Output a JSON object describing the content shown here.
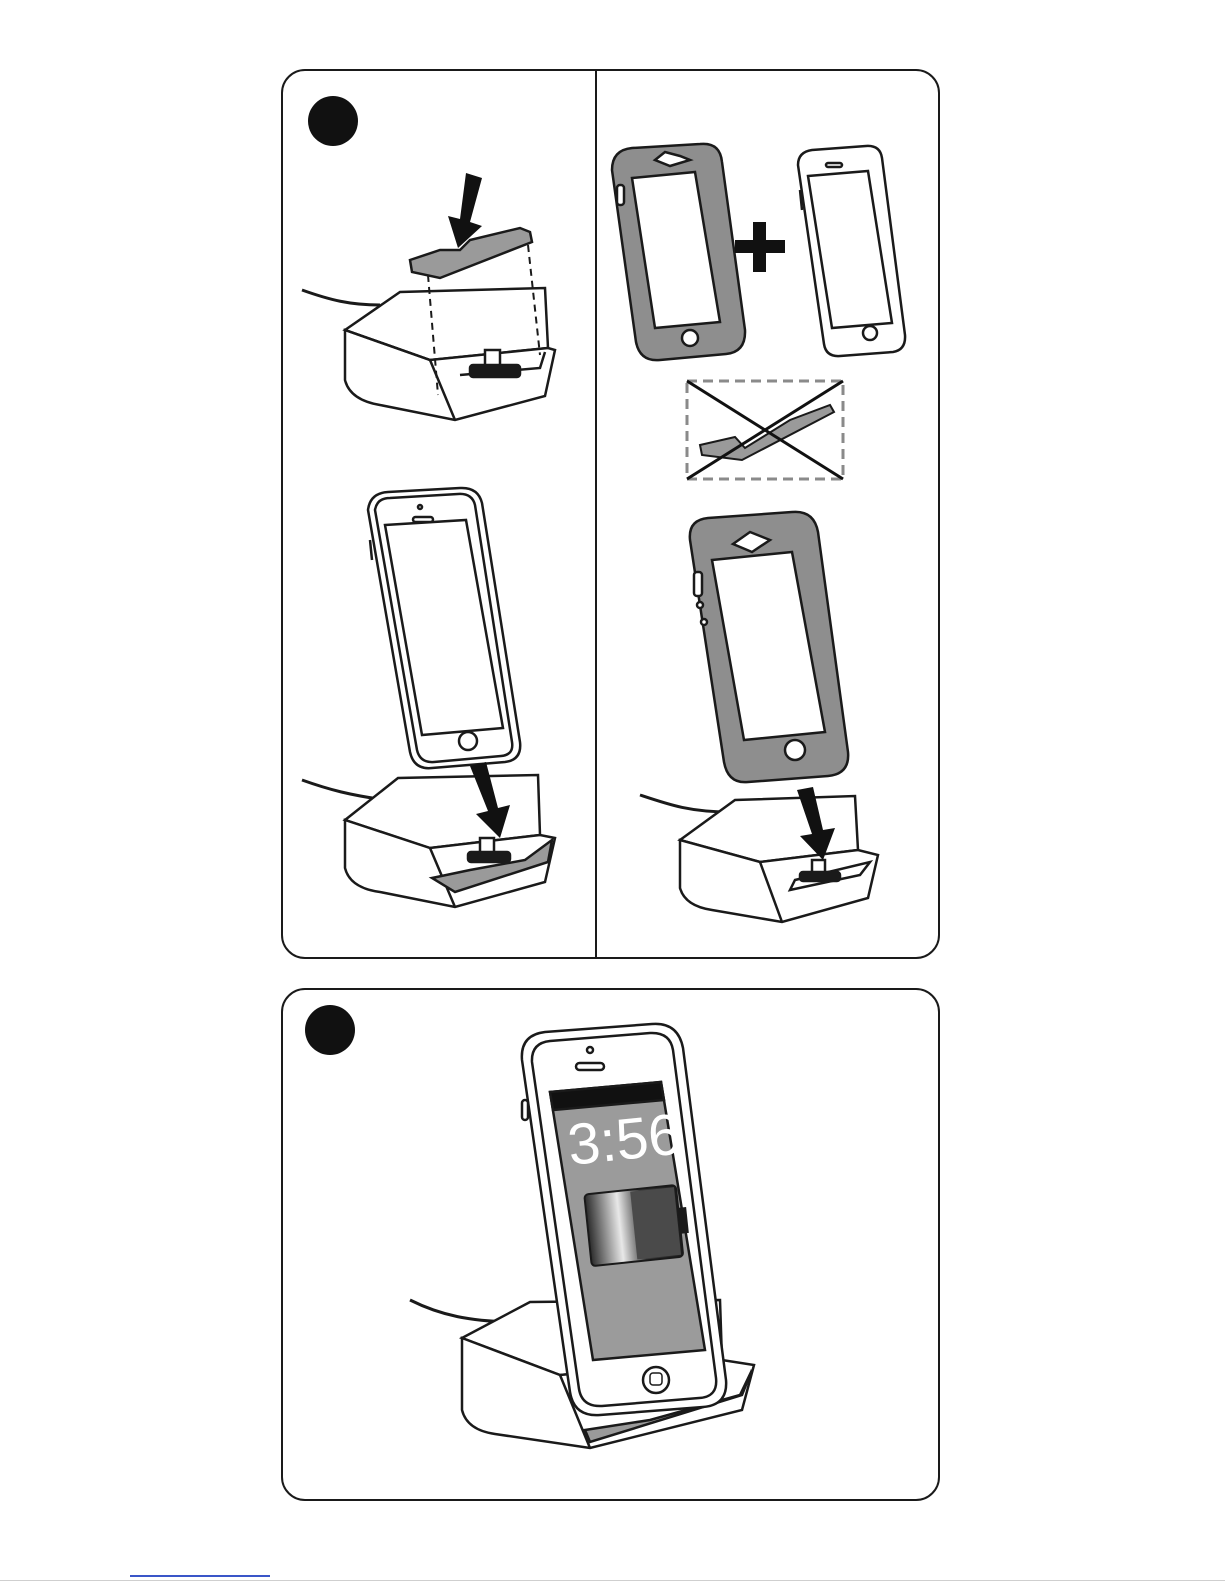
{
  "step_markers": [
    {
      "id": "step-1",
      "shape": "filled-circle",
      "color": "#111111"
    },
    {
      "id": "step-2",
      "shape": "filled-circle",
      "color": "#111111"
    }
  ],
  "icons": [
    "arrow-down-icon",
    "plus-icon",
    "cross-out-icon",
    "lightning-connector-icon",
    "battery-charging-icon"
  ],
  "phone_screen": {
    "time": "3:56",
    "battery_level": 0.5
  },
  "colors": {
    "outline": "#1a1a1a",
    "shim_gray": "#9a9a9a",
    "case_gray": "#8e8e8e",
    "screen_gray": "#9b9b9b",
    "dashed_box": "#8a8a8a"
  }
}
